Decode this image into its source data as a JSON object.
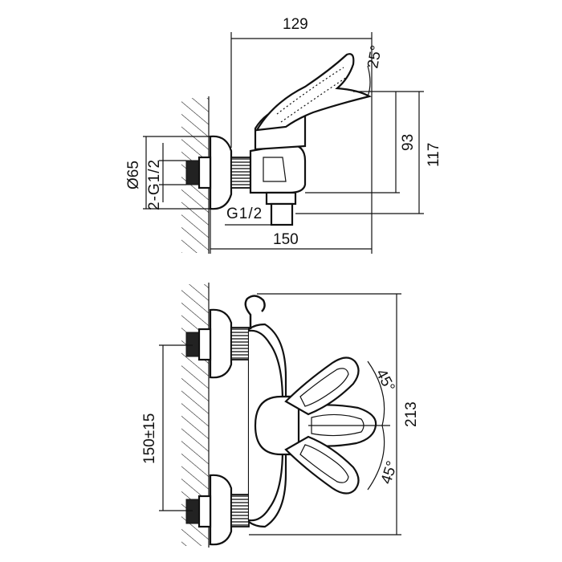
{
  "drawing": {
    "side_view": {
      "dims": {
        "width_top": "129",
        "angle_top": "25°",
        "height_93": "93",
        "height_117": "117",
        "diameter": "Ø65",
        "thread_inlet": "2-G1/2",
        "thread_outlet": "G1/2",
        "width_bottom": "150"
      }
    },
    "front_view": {
      "dims": {
        "spacing": "150±15",
        "angle_upper": "45°",
        "angle_lower": "45°",
        "height_213": "213"
      }
    }
  }
}
